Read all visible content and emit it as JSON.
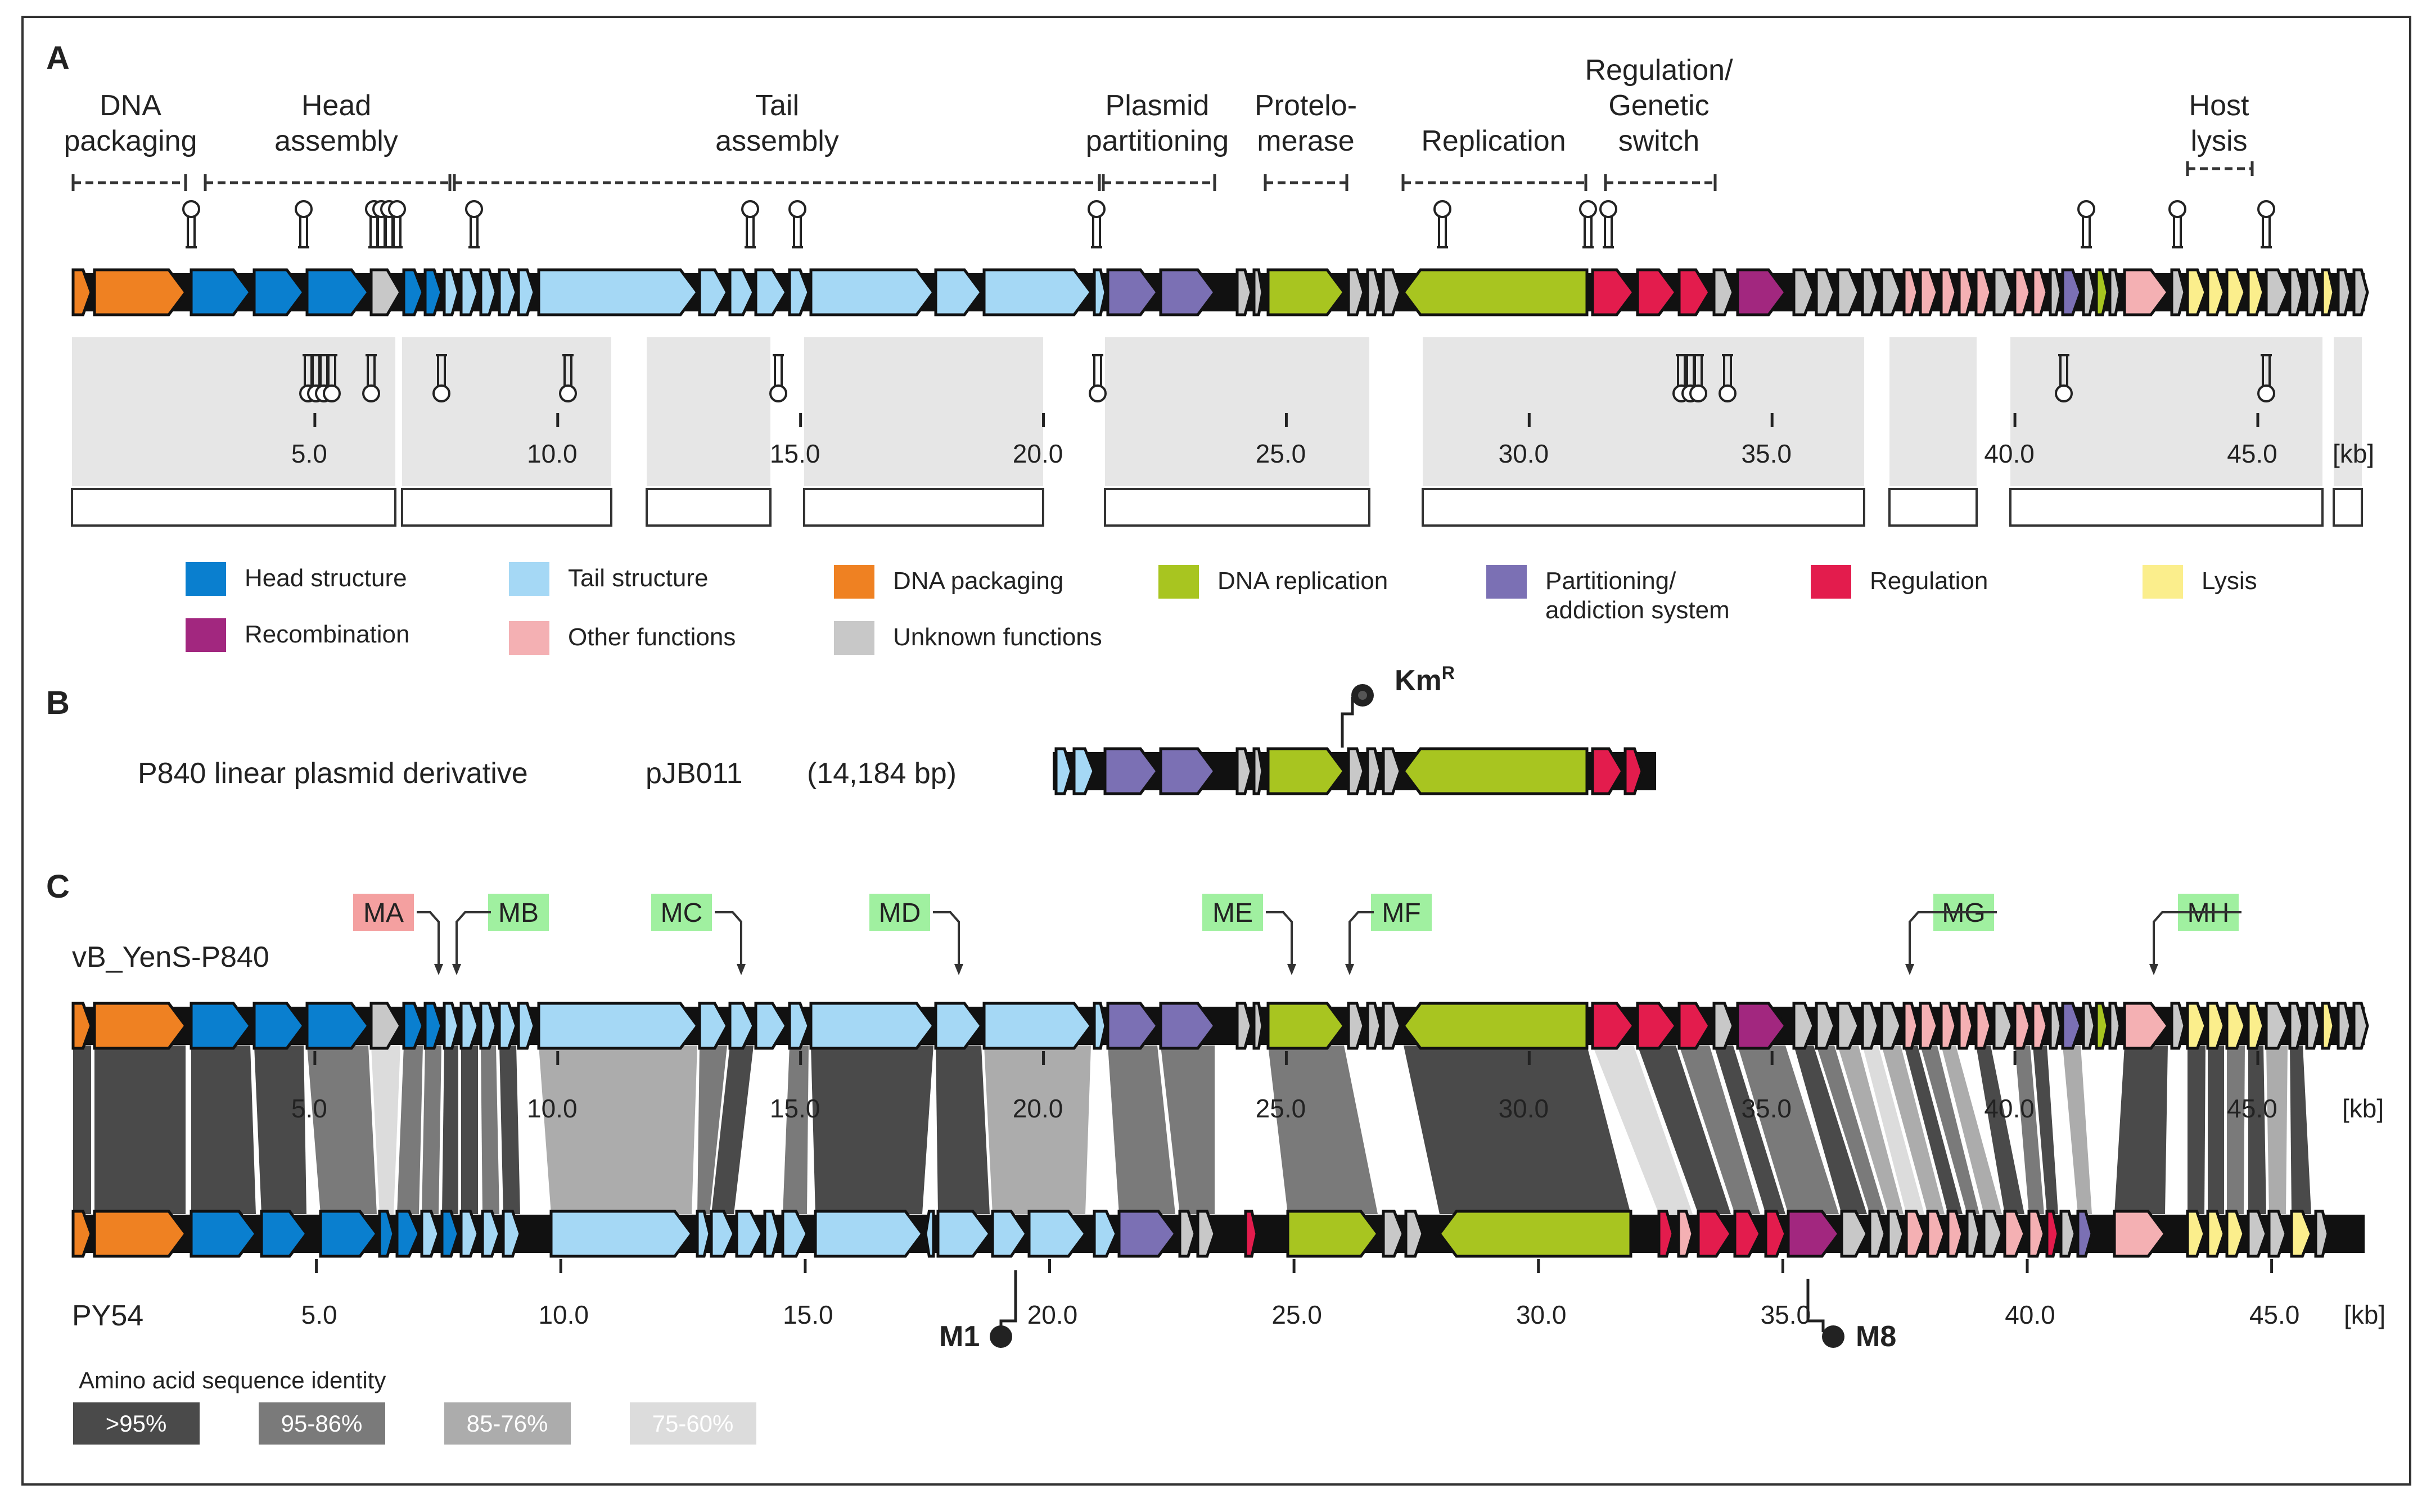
{
  "panel_labels": {
    "a": "A",
    "b": "B",
    "c": "C"
  },
  "modules": [
    {
      "lines": [
        "DNA",
        "packaging"
      ]
    },
    {
      "lines": [
        "Head",
        "assembly"
      ]
    },
    {
      "lines": [
        "Tail",
        "assembly"
      ]
    },
    {
      "lines": [
        "Plasmid",
        "partitioning"
      ]
    },
    {
      "lines": [
        "Protelo-",
        "merase"
      ]
    },
    {
      "lines": [
        "Replication"
      ]
    },
    {
      "lines": [
        "Regulation/",
        "Genetic",
        "switch"
      ]
    },
    {
      "lines": [
        "Host",
        "lysis"
      ]
    }
  ],
  "axis_a": {
    "ticks": [
      "5.0",
      "10.0",
      "15.0",
      "20.0",
      "25.0",
      "30.0",
      "35.0",
      "40.0",
      "45.0"
    ],
    "unit": "[kb]"
  },
  "legend": [
    {
      "label": "Head structure",
      "color": "#0a7fcf"
    },
    {
      "label": "Tail structure",
      "color": "#a5d8f5"
    },
    {
      "label": "DNA packaging",
      "color": "#ef8122"
    },
    {
      "label": "DNA replication",
      "color": "#a8c520"
    },
    {
      "label": "Partitioning/",
      "label2": "addiction system",
      "color": "#7b70b4"
    },
    {
      "label": "Regulation",
      "color": "#e31c4d"
    },
    {
      "label": "Lysis",
      "color": "#fbee8c"
    },
    {
      "label": "Recombination",
      "color": "#a2277f"
    },
    {
      "label": "Other functions",
      "color": "#f4b0b3"
    },
    {
      "label": "Unknown functions",
      "color": "#c8c8c8"
    }
  ],
  "panel_b": {
    "description": "P840 linear plasmid derivative",
    "plasmid": "pJB011",
    "size": "(14,184 bp)",
    "marker": "Km",
    "marker_sup": "R"
  },
  "panel_c": {
    "genome_top": "vB_YenS-P840",
    "genome_bottom": "PY54",
    "top_axis_ticks": [
      "5.0",
      "10.0",
      "15.0",
      "20.0",
      "25.0",
      "30.0",
      "35.0",
      "40.0",
      "45.0"
    ],
    "top_axis_unit": "[kb]",
    "bottom_axis_ticks": [
      "5.0",
      "10.0",
      "15.0",
      "20.0",
      "25.0",
      "30.0",
      "35.0",
      "40.0",
      "45.0"
    ],
    "bottom_axis_unit": "[kb]",
    "markers_top": [
      {
        "label": "MA",
        "color": "#f4a0a0"
      },
      {
        "label": "MB",
        "color": "#a0f0a0"
      },
      {
        "label": "MC",
        "color": "#a0f0a0"
      },
      {
        "label": "MD",
        "color": "#a0f0a0"
      },
      {
        "label": "ME",
        "color": "#a0f0a0"
      },
      {
        "label": "MF",
        "color": "#a0f0a0"
      },
      {
        "label": "MG",
        "color": "#a0f0a0"
      },
      {
        "label": "MH",
        "color": "#a0f0a0"
      }
    ],
    "markers_bottom": [
      "M1",
      "M8"
    ]
  },
  "identity_legend": {
    "title": "Amino acid sequence identity",
    "items": [
      {
        "label": ">95%",
        "color": "#4a4a4a"
      },
      {
        "label": "95-86%",
        "color": "#7a7a7a"
      },
      {
        "label": "85-76%",
        "color": "#acacac"
      },
      {
        "label": "75-60%",
        "color": "#dcdcdc"
      }
    ]
  }
}
